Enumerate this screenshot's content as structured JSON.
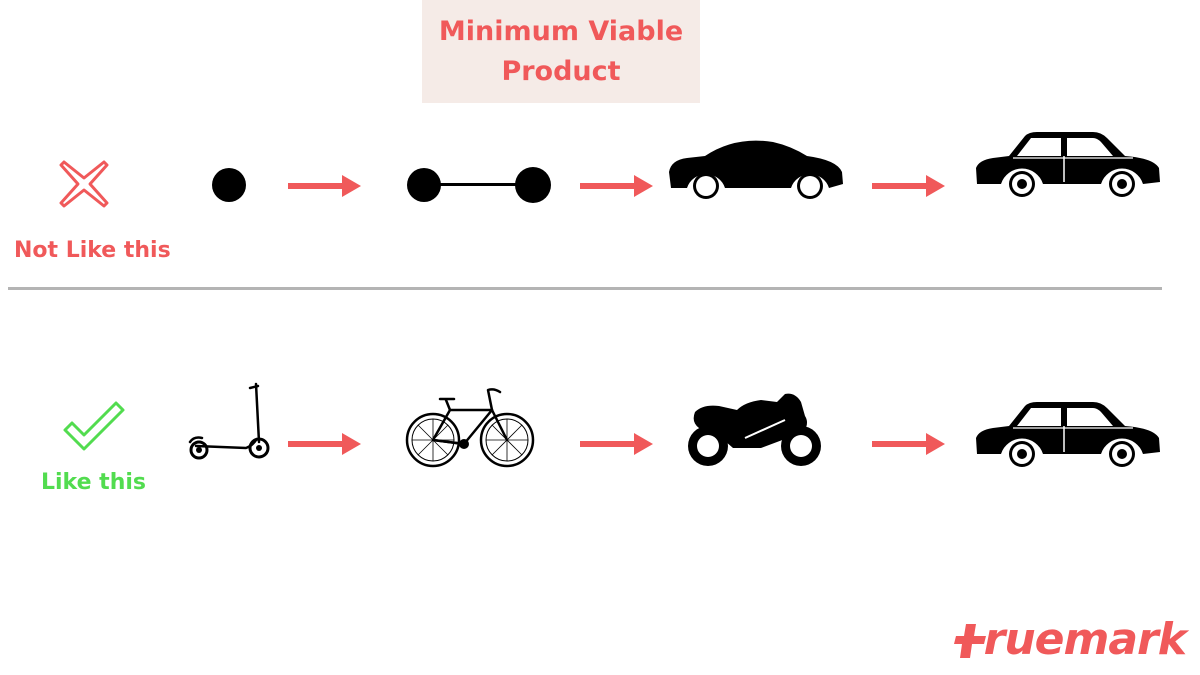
{
  "title": {
    "line1": "Minimum Viable",
    "line2": "Product"
  },
  "rows": [
    {
      "label": "Not Like this",
      "marker": "cross-icon",
      "color": "#f0595a",
      "steps": [
        "dot-icon",
        "dumbbell-icon",
        "car-body-icon",
        "car-icon"
      ]
    },
    {
      "label": "Like this",
      "marker": "check-icon",
      "color": "#52dc4f",
      "steps": [
        "scooter-icon",
        "bicycle-icon",
        "motorcycle-icon",
        "car-icon"
      ]
    }
  ],
  "arrow_color": "#f0595a",
  "logo": {
    "text": "ruemark",
    "brand": "truemark"
  }
}
